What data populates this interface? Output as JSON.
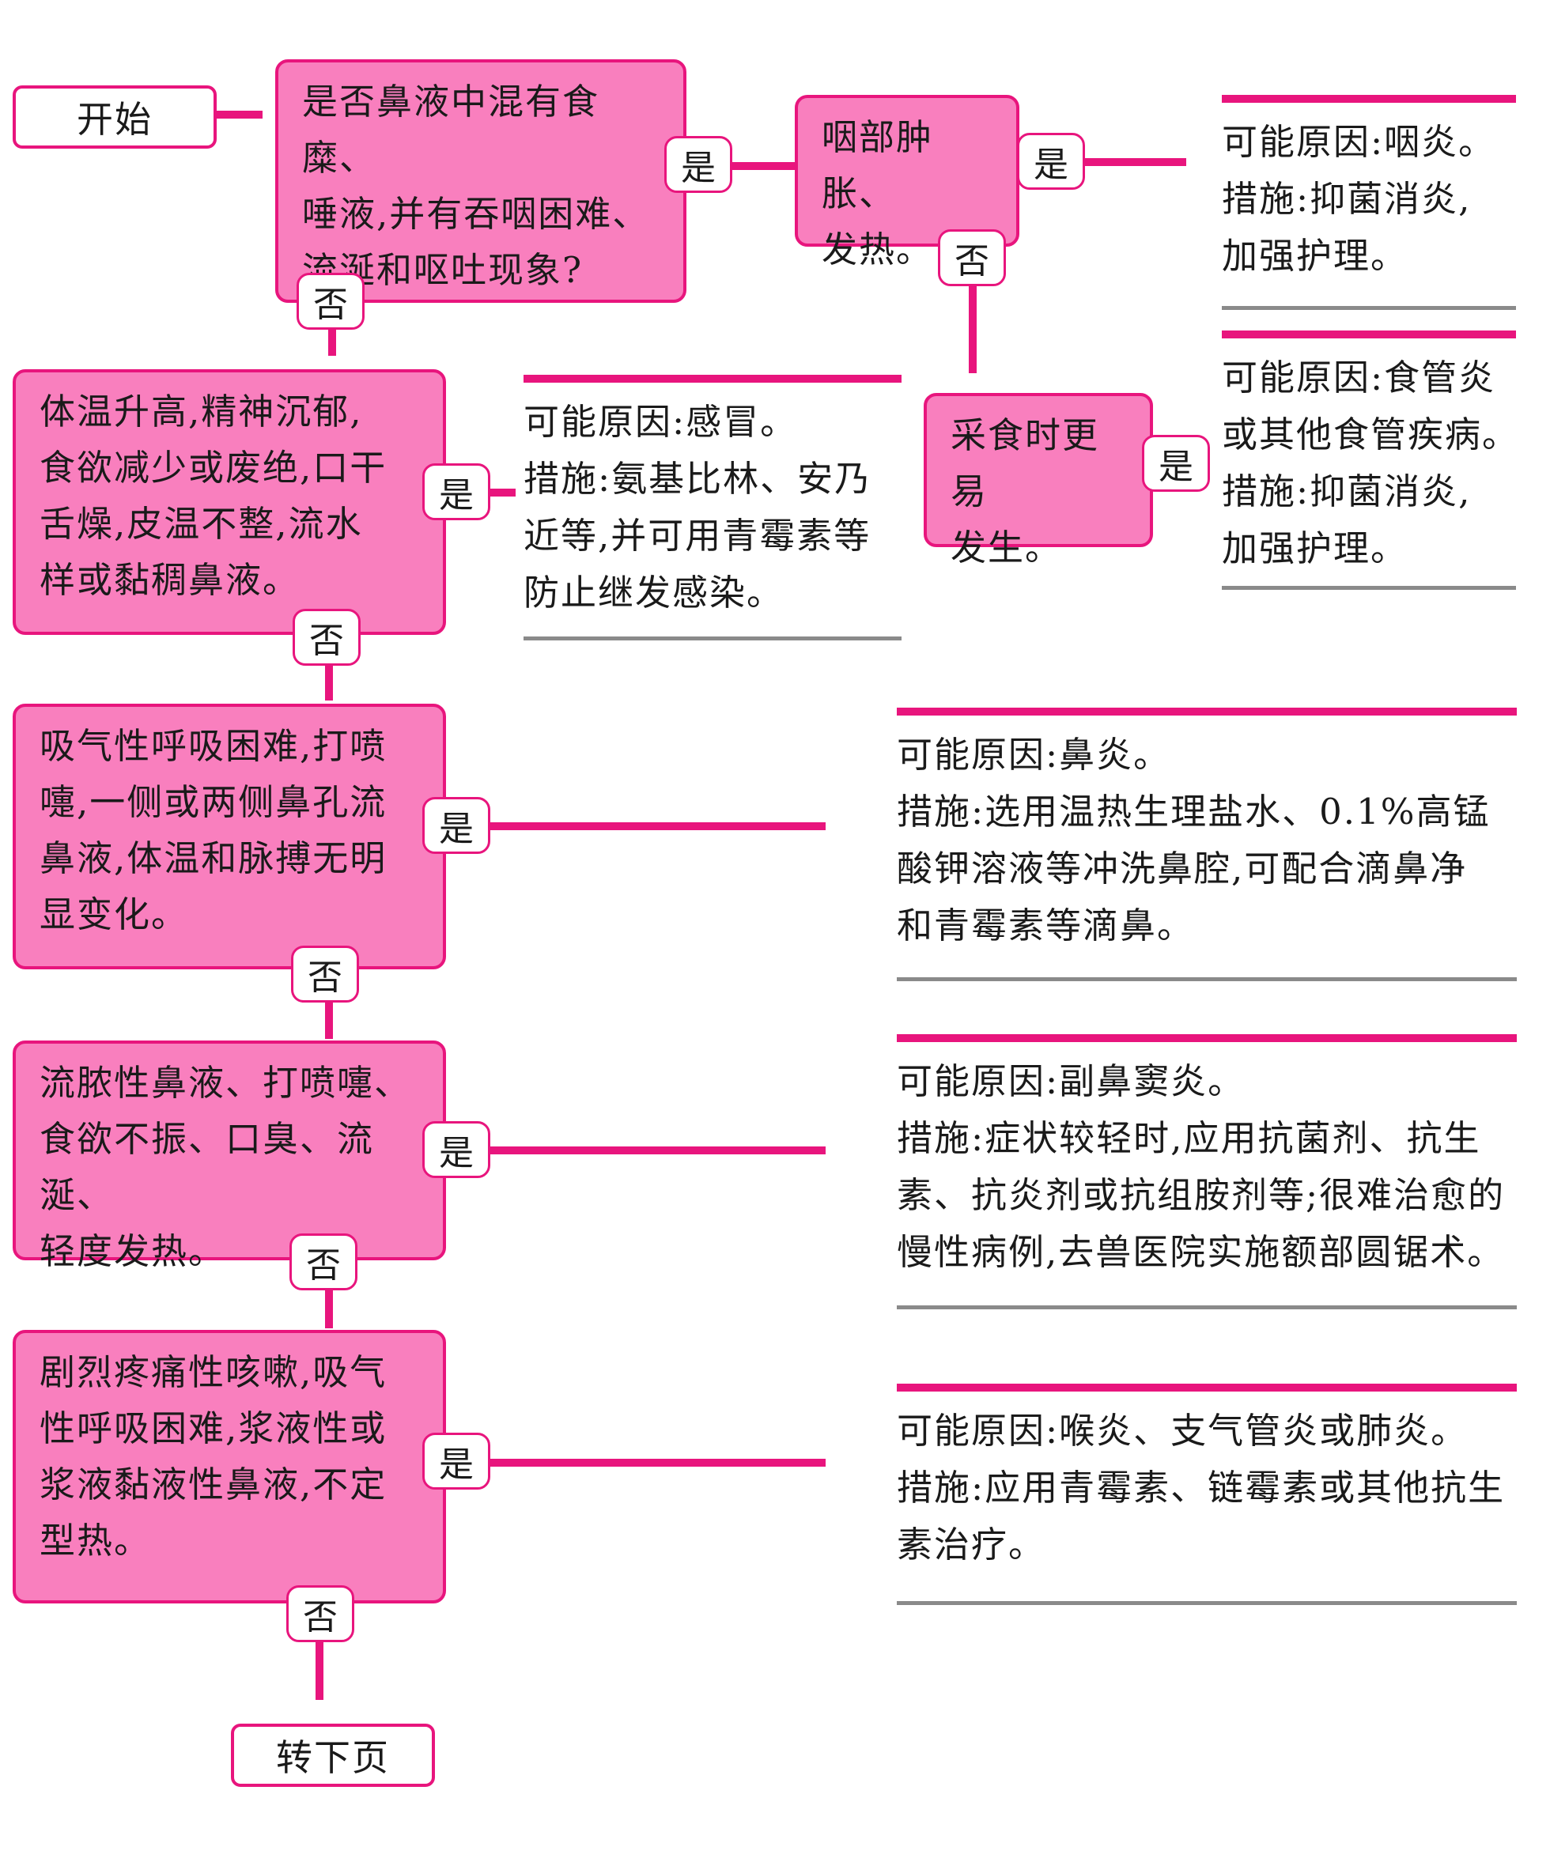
{
  "colors": {
    "pink_fill": "#f97fbe",
    "magenta_line": "#e8157d",
    "gray_rule": "#8a8a8a"
  },
  "start_label": "开始",
  "end_label": "转下页",
  "yes_label": "是",
  "no_label": "否",
  "questions": [
    {
      "text": "是否鼻液中混有食糜、\n唾液,并有吞咽困难、\n流涎和呕吐现象?"
    },
    {
      "text": "咽部肿胀、\n发热。"
    },
    {
      "text": "采食时更易\n发生。"
    },
    {
      "text": "体温升高,精神沉郁,\n食欲减少或废绝,口干\n舌燥,皮温不整,流水\n样或黏稠鼻液。"
    },
    {
      "text": "吸气性呼吸困难,打喷\n嚏,一侧或两侧鼻孔流\n鼻液,体温和脉搏无明\n显变化。"
    },
    {
      "text": "流脓性鼻液、打喷嚏、\n食欲不振、口臭、流涎、\n轻度发热。"
    },
    {
      "text": "剧烈疼痛性咳嗽,吸气\n性呼吸困难,浆液性或\n浆液黏液性鼻液,不定\n型热。"
    }
  ],
  "results": [
    {
      "lines": [
        "可能原因:咽炎。",
        "措施:抑菌消炎,",
        "加强护理。"
      ]
    },
    {
      "lines": [
        "可能原因:食管炎",
        "或其他食管疾病。",
        "措施:抑菌消炎,",
        "加强护理。"
      ]
    },
    {
      "lines": [
        "可能原因:感冒。",
        "措施:氨基比林、安乃",
        "近等,并可用青霉素等",
        "防止继发感染。"
      ]
    },
    {
      "lines": [
        "可能原因:鼻炎。",
        "措施:选用温热生理盐水、0.1%高锰",
        "酸钾溶液等冲洗鼻腔,可配合滴鼻净",
        "和青霉素等滴鼻。"
      ]
    },
    {
      "lines": [
        "可能原因:副鼻窦炎。",
        "措施:症状较轻时,应用抗菌剂、抗生",
        "素、抗炎剂或抗组胺剂等;很难治愈的",
        "慢性病例,去兽医院实施额部圆锯术。"
      ]
    },
    {
      "lines": [
        "可能原因:喉炎、支气管炎或肺炎。",
        "措施:应用青霉素、链霉素或其他抗生",
        "素治疗。"
      ]
    }
  ]
}
